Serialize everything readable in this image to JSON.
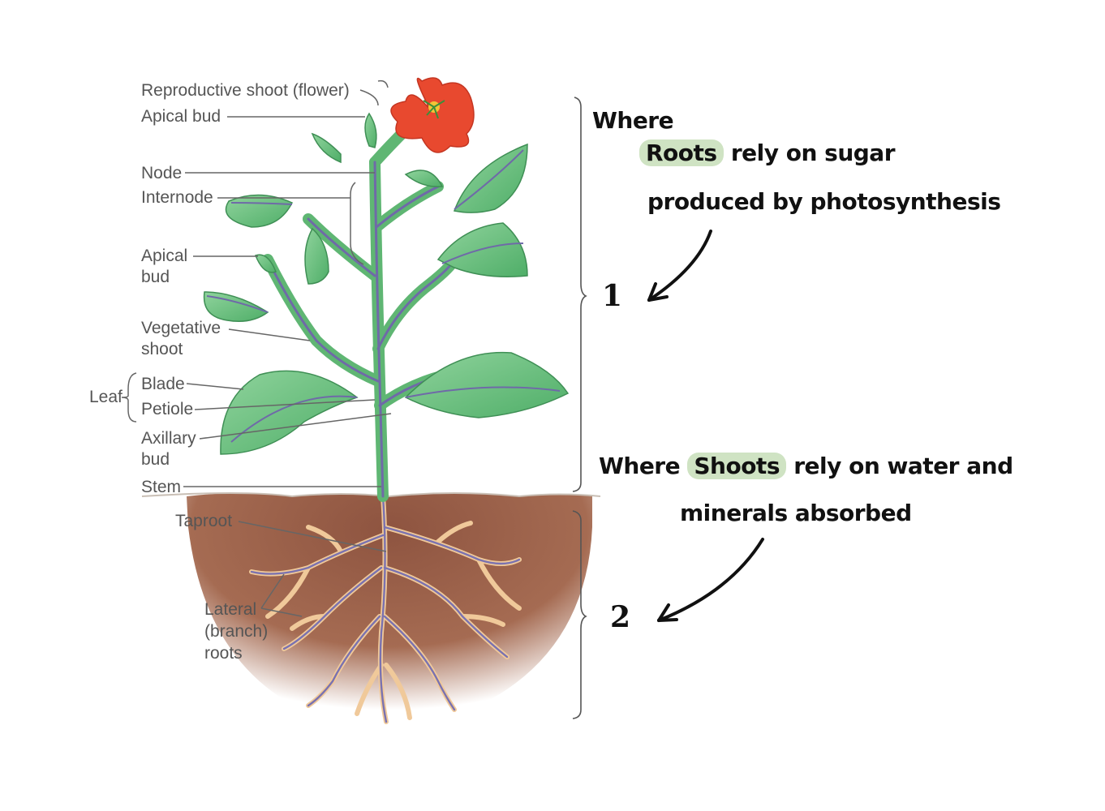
{
  "labels": {
    "reproductive_shoot": "Reproductive shoot (flower)",
    "apical_bud_top": "Apical bud",
    "node": "Node",
    "internode": "Internode",
    "apical_bud_side_1": "Apical",
    "apical_bud_side_2": "bud",
    "vegetative_shoot_1": "Vegetative",
    "vegetative_shoot_2": "shoot",
    "leaf": "Leaf",
    "blade": "Blade",
    "petiole": "Petiole",
    "axillary_bud_1": "Axillary",
    "axillary_bud_2": "bud",
    "stem": "Stem",
    "taproot": "Taproot",
    "lateral_roots_1": "Lateral",
    "lateral_roots_2": "(branch)",
    "lateral_roots_3": "roots"
  },
  "annotations": {
    "shoot_where": "Where",
    "shoot_highlight": "Roots",
    "shoot_line1_rest": "rely on sugar",
    "shoot_line2": "produced by photosynthesis",
    "shoot_number": "1",
    "root_where": "Where",
    "root_highlight": "Shoots",
    "root_line1_rest": "rely on water and",
    "root_line2": "minerals absorbed",
    "root_number": "2"
  },
  "colors": {
    "leaf": "#6cc07f",
    "vein": "#6f6aa8",
    "soil": "#a46a50",
    "root": "#f0c99a",
    "flower": "#e8492f",
    "highlight": "#cfe3c3"
  }
}
